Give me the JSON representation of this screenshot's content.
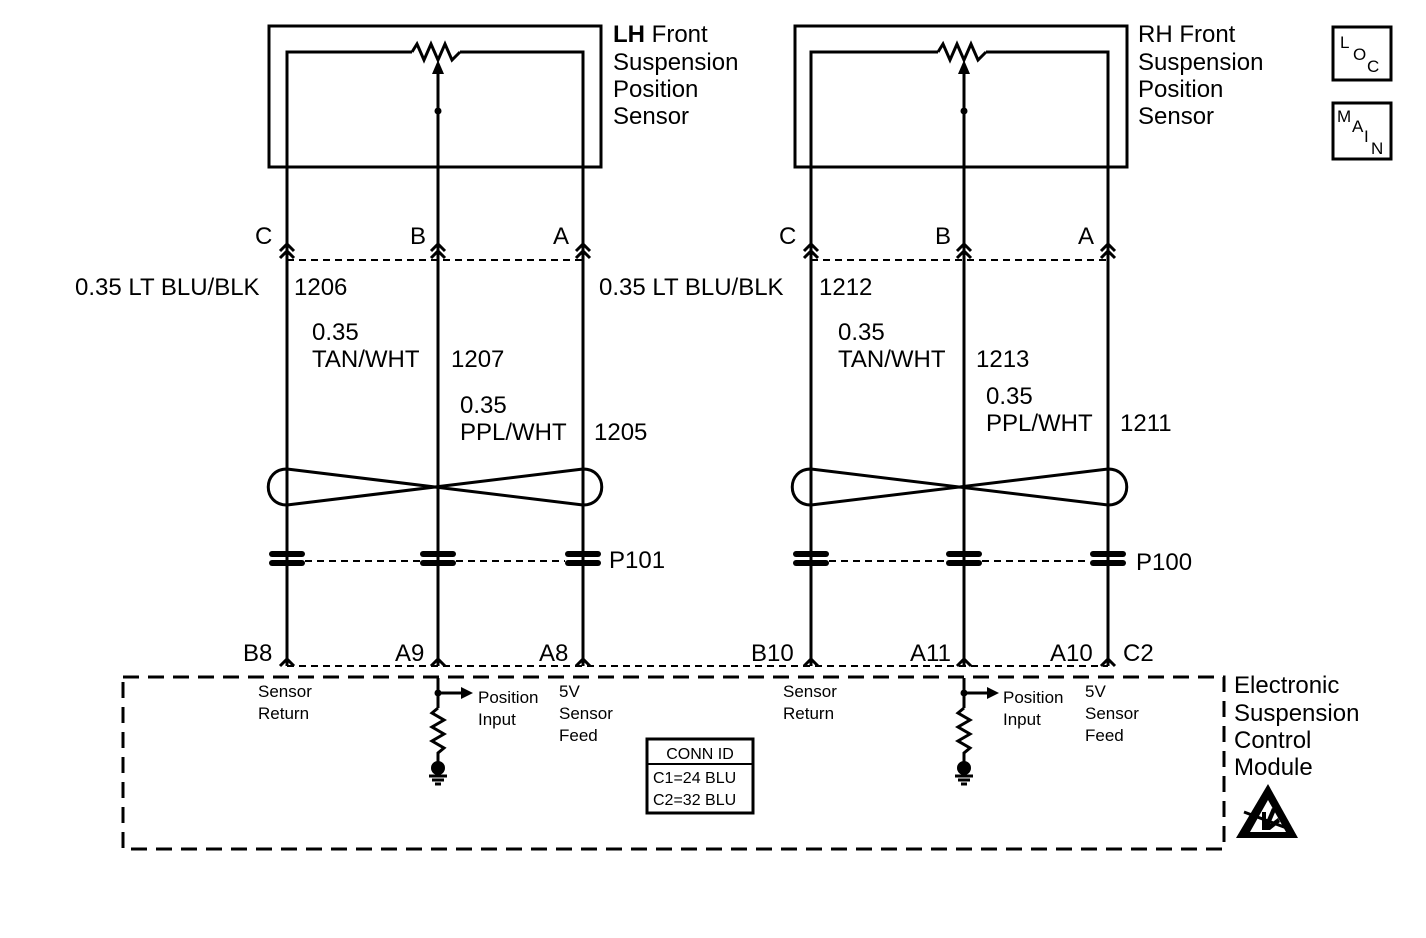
{
  "lh_sensor": {
    "title_bold": "LH",
    "title_rest": " Front",
    "line2": "Suspension",
    "line3": "Position",
    "line4": "Sensor",
    "pins": [
      "C",
      "B",
      "A"
    ],
    "wire_c": {
      "size_color": "0.35 LT BLU/BLK",
      "circuit": "1206"
    },
    "wire_b": {
      "size": "0.35",
      "color": "TAN/WHT",
      "circuit": "1207"
    },
    "wire_a": {
      "size": "0.35",
      "color": "PPL/WHT",
      "circuit": "1205"
    },
    "connector": "P101",
    "module_pins": [
      "B8",
      "A9",
      "A8"
    ]
  },
  "rh_sensor": {
    "title": "RH Front",
    "line2": "Suspension",
    "line3": "Position",
    "line4": "Sensor",
    "pins": [
      "C",
      "B",
      "A"
    ],
    "wire_c": {
      "size_color": "0.35 LT BLU/BLK",
      "circuit": "1212"
    },
    "wire_b": {
      "size": "0.35",
      "color": "TAN/WHT",
      "circuit": "1213"
    },
    "wire_a": {
      "size": "0.35",
      "color": "PPL/WHT",
      "circuit": "1211"
    },
    "connector": "P100",
    "module_pins": [
      "B10",
      "A11",
      "A10"
    ],
    "connector_id_label": "C2"
  },
  "module": {
    "lines": [
      "Electronic",
      "Suspension",
      "Control",
      "Module"
    ],
    "sensor_return": [
      "Sensor",
      "Return"
    ],
    "position_input": [
      "Position",
      "Input"
    ],
    "sensor_feed": [
      "5V",
      "Sensor",
      "Feed"
    ],
    "conn_id": {
      "header": "CONN ID",
      "rows": [
        "C1=24 BLU",
        "C2=32 BLU"
      ]
    }
  },
  "nav_icons": [
    {
      "name": "loc",
      "letters": [
        "L",
        "O",
        "C"
      ]
    },
    {
      "name": "main",
      "letters": [
        "M",
        "A",
        "I",
        "N"
      ]
    }
  ],
  "icons": [
    "esd-warning-icon",
    "ground-icon",
    "potentiometer-icon",
    "resistor-icon"
  ]
}
